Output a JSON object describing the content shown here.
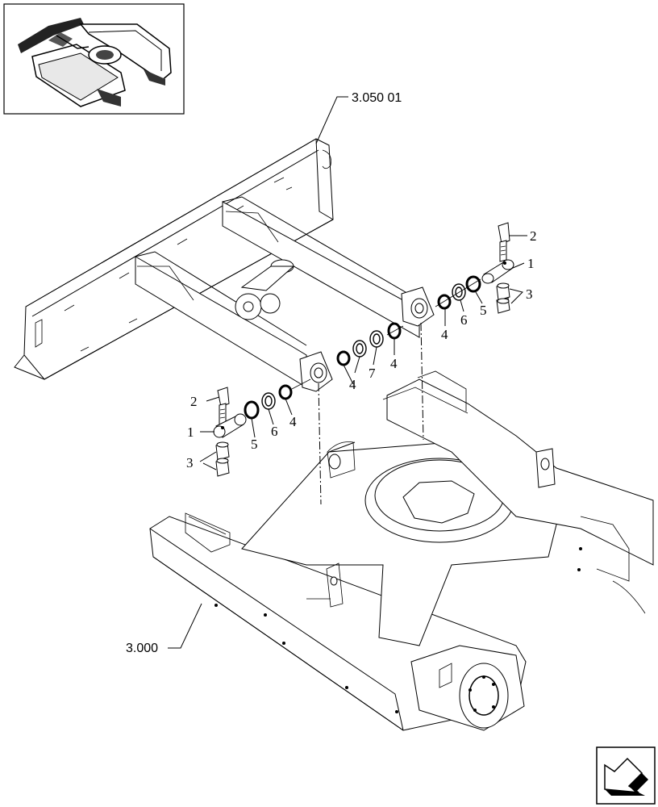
{
  "references": {
    "blade_assembly": "3.050 01",
    "undercarriage_frame": "3.000"
  },
  "callouts": {
    "right_side": {
      "bolt": "2",
      "pin": "1",
      "nuts": "3",
      "washer_5": "5",
      "washer_6": "6",
      "washer_4_outer": "4",
      "washer_4_inner": "4",
      "washer_7": "7",
      "washer_4_center": "4"
    },
    "left_side": {
      "bolt": "2",
      "pin": "1",
      "nuts": "3",
      "washer_5": "5",
      "washer_6": "6",
      "washer_4": "4"
    }
  },
  "icons": {
    "thumbnail": "excavator-undercarriage-thumbnail",
    "navigation": "next-page-arrow-icon"
  }
}
